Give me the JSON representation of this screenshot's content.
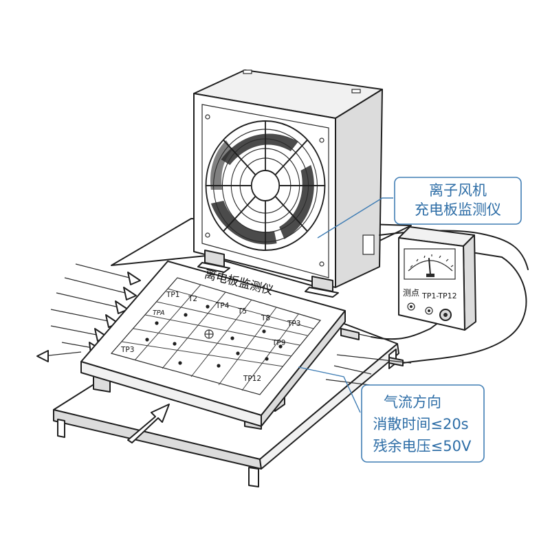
{
  "colors": {
    "line": "#1f1f1f",
    "callout": "#3f7db4",
    "callout_text": "#2d6da6",
    "background": "#ffffff"
  },
  "callouts": {
    "top": [
      "离子风机",
      "充电板监测仪"
    ],
    "bottom": [
      "气流方向",
      "消散时间≤20s",
      "残余电压≤50V"
    ]
  },
  "plate": {
    "title": "离电板监测仪",
    "points": [
      "TP1",
      "T2",
      "TP4",
      "T5",
      "T8",
      "TP3",
      "TPA",
      "TP9",
      "TP3",
      "TP12"
    ]
  },
  "meter": {
    "label_left": "测点",
    "label_right": "TP1-TP12"
  },
  "icons": [
    "fan-icon",
    "airflow-arrow-icon",
    "meter-needle-icon",
    "probe-connector-icon"
  ]
}
